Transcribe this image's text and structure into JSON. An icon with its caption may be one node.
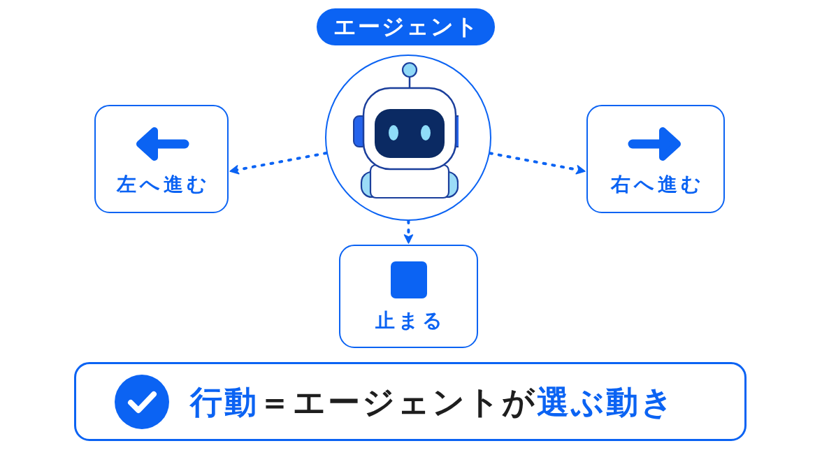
{
  "diagram": {
    "nodes": [
      {
        "text": [
          "エージェント"
        ]
      },
      {
        "text": [],
        "shape": "circle"
      },
      {
        "text": [
          "左へ進む"
        ]
      },
      {
        "text": [
          "右へ進む"
        ]
      },
      {
        "text": [
          "止まる"
        ]
      },
      {
        "text": [
          "**行動**＝エージェントが**選ぶ動き**"
        ]
      }
    ],
    "edges": [
      {
        "from": 1,
        "to": 2,
        "arrow": "to",
        "style": "dashed"
      },
      {
        "from": 1,
        "to": 3,
        "arrow": "to",
        "style": "dashed"
      },
      {
        "from": 1,
        "to": 4,
        "arrow": "to",
        "style": "dashed"
      }
    ]
  }
}
